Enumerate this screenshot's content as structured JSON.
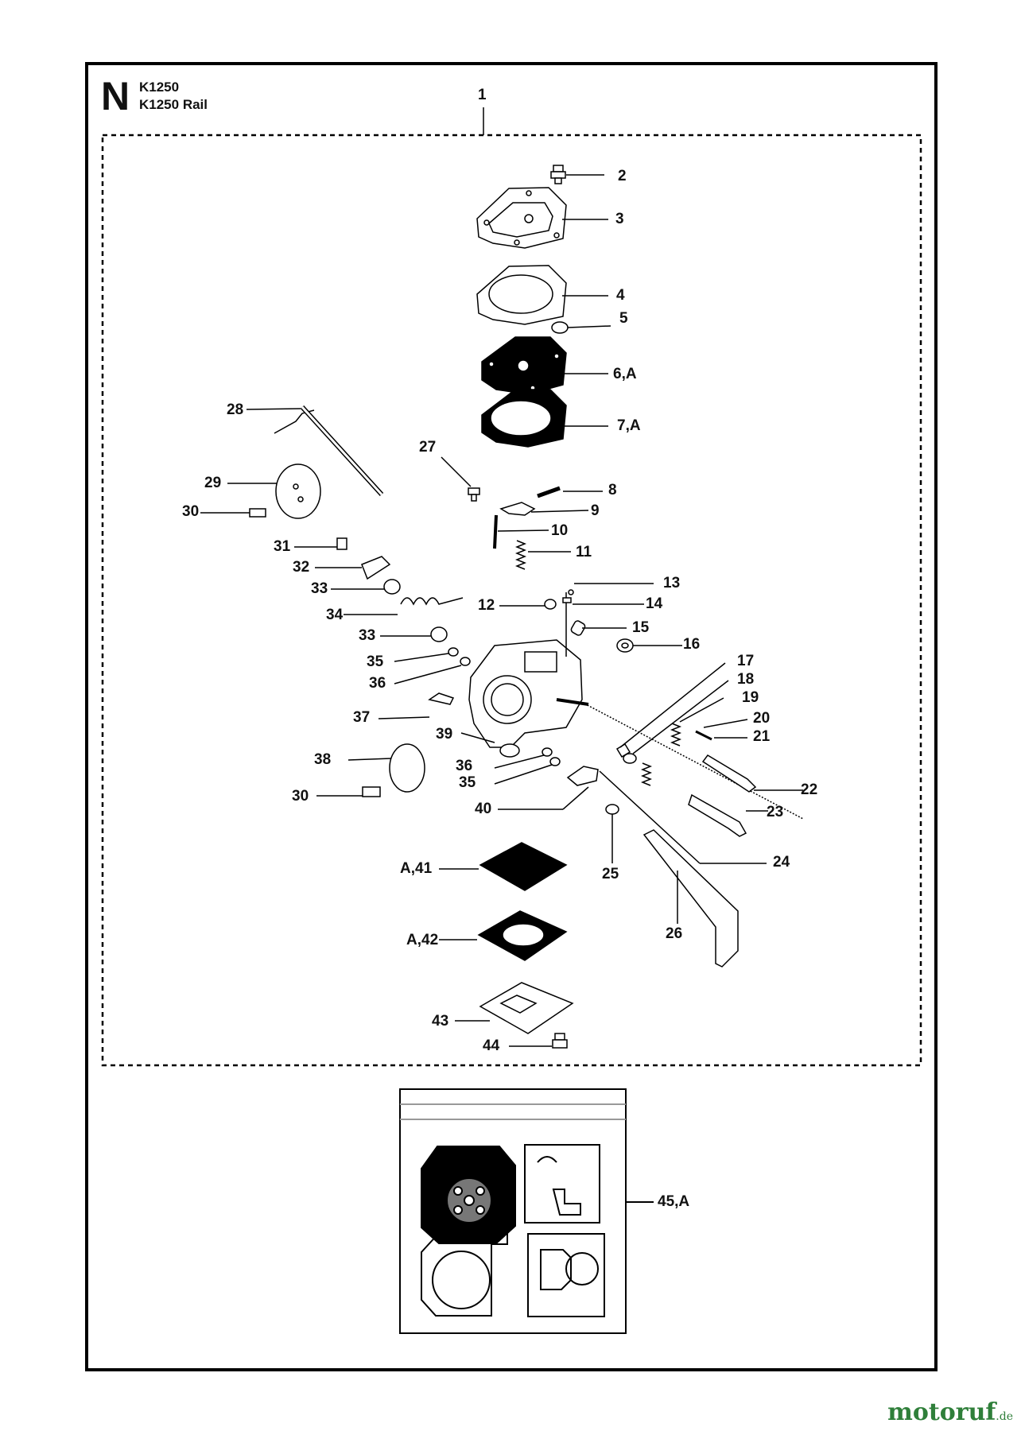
{
  "header": {
    "section_letter": "N",
    "models": [
      "K1250",
      "K1250 Rail"
    ]
  },
  "callouts": {
    "c1": "1",
    "c2": "2",
    "c3": "3",
    "c4": "4",
    "c5": "5",
    "c6": "6,A",
    "c7": "7,A",
    "c8": "8",
    "c9": "9",
    "c10": "10",
    "c11": "11",
    "c12": "12",
    "c13": "13",
    "c14": "14",
    "c15": "15",
    "c16": "16",
    "c17": "17",
    "c18": "18",
    "c19": "19",
    "c20": "20",
    "c21": "21",
    "c22": "22",
    "c23": "23",
    "c24": "24",
    "c25": "25",
    "c26": "26",
    "c27": "27",
    "c28": "28",
    "c29": "29",
    "c30a": "30",
    "c30b": "30",
    "c31": "31",
    "c32": "32",
    "c33a": "33",
    "c33b": "33",
    "c34": "34",
    "c35a": "35",
    "c35b": "35",
    "c36a": "36",
    "c36b": "36",
    "c37": "37",
    "c38": "38",
    "c39": "39",
    "c40": "40",
    "c41": "A,41",
    "c42": "A,42",
    "c43": "43",
    "c44": "44",
    "c45": "45,A"
  },
  "watermark": {
    "name": "motoruf",
    "tld": ".de",
    "color": "#2f7f3a"
  }
}
